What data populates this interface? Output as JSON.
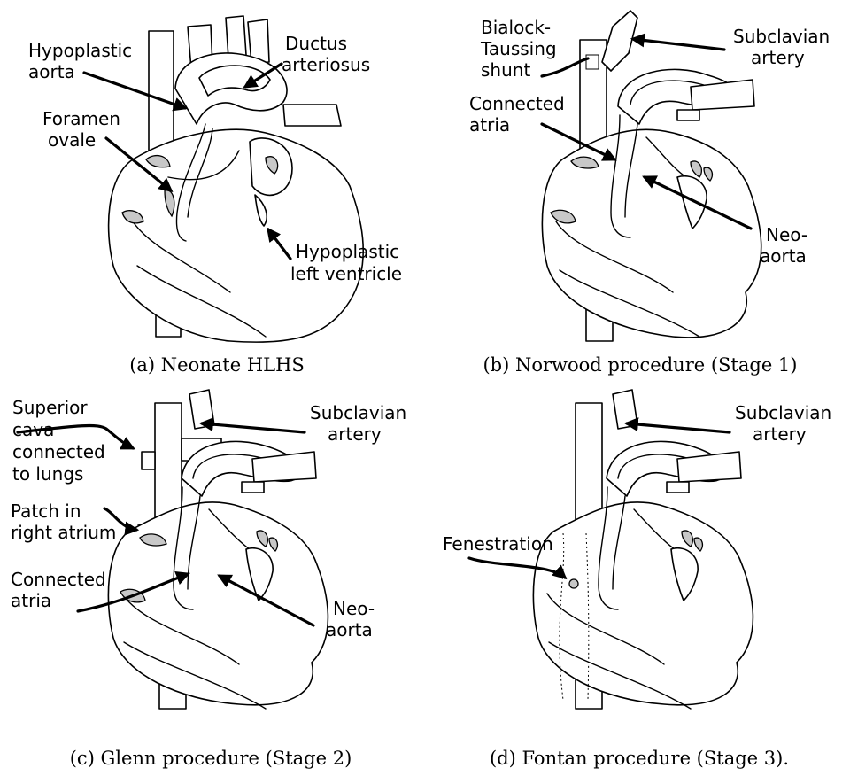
{
  "panels": [
    {
      "caption": "(a) Neonate HLHS",
      "labels": {
        "hypoplastic_aorta": [
          "Hypoplastic",
          "aorta"
        ],
        "ductus_arteriosus": [
          "Ductus",
          "arteriosus"
        ],
        "foramen_ovale": [
          "Foramen",
          "ovale"
        ],
        "hypoplastic_left_ventricle": [
          "Hypoplastic",
          "left ventricle"
        ]
      }
    },
    {
      "caption": "(b) Norwood procedure (Stage 1)",
      "labels": {
        "shunt": [
          "Bialock-",
          "Taussing",
          "shunt"
        ],
        "subclavian_artery": [
          "Subclavian",
          "artery"
        ],
        "connected_atria": [
          "Connected",
          "atria"
        ],
        "neo_aorta": [
          "Neo-",
          "aorta"
        ]
      }
    },
    {
      "caption": "(c) Glenn procedure (Stage 2)",
      "labels": {
        "superior_cava": [
          "Superior",
          "cava",
          "connected",
          "to lungs"
        ],
        "subclavian_artery": [
          "Subclavian",
          "artery"
        ],
        "patch": [
          "Patch in",
          "right atrium"
        ],
        "connected_atria": [
          "Connected",
          "atria"
        ],
        "neo_aorta": [
          "Neo-",
          "aorta"
        ]
      }
    },
    {
      "caption": "(d) Fontan procedure (Stage 3).",
      "labels": {
        "subclavian_artery": [
          "Subclavian",
          "artery"
        ],
        "fenestration": [
          "Fenestration"
        ]
      }
    }
  ]
}
